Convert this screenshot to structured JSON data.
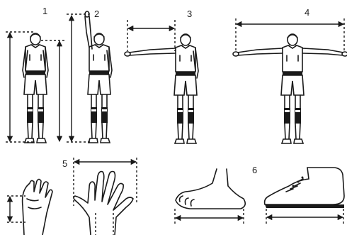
{
  "panels": [
    {
      "id": "1",
      "label": "1"
    },
    {
      "id": "2",
      "label": "2"
    },
    {
      "id": "3",
      "label": "3"
    },
    {
      "id": "4",
      "label": "4"
    },
    {
      "id": "5",
      "label": "5"
    },
    {
      "id": "6",
      "label": "6"
    }
  ]
}
